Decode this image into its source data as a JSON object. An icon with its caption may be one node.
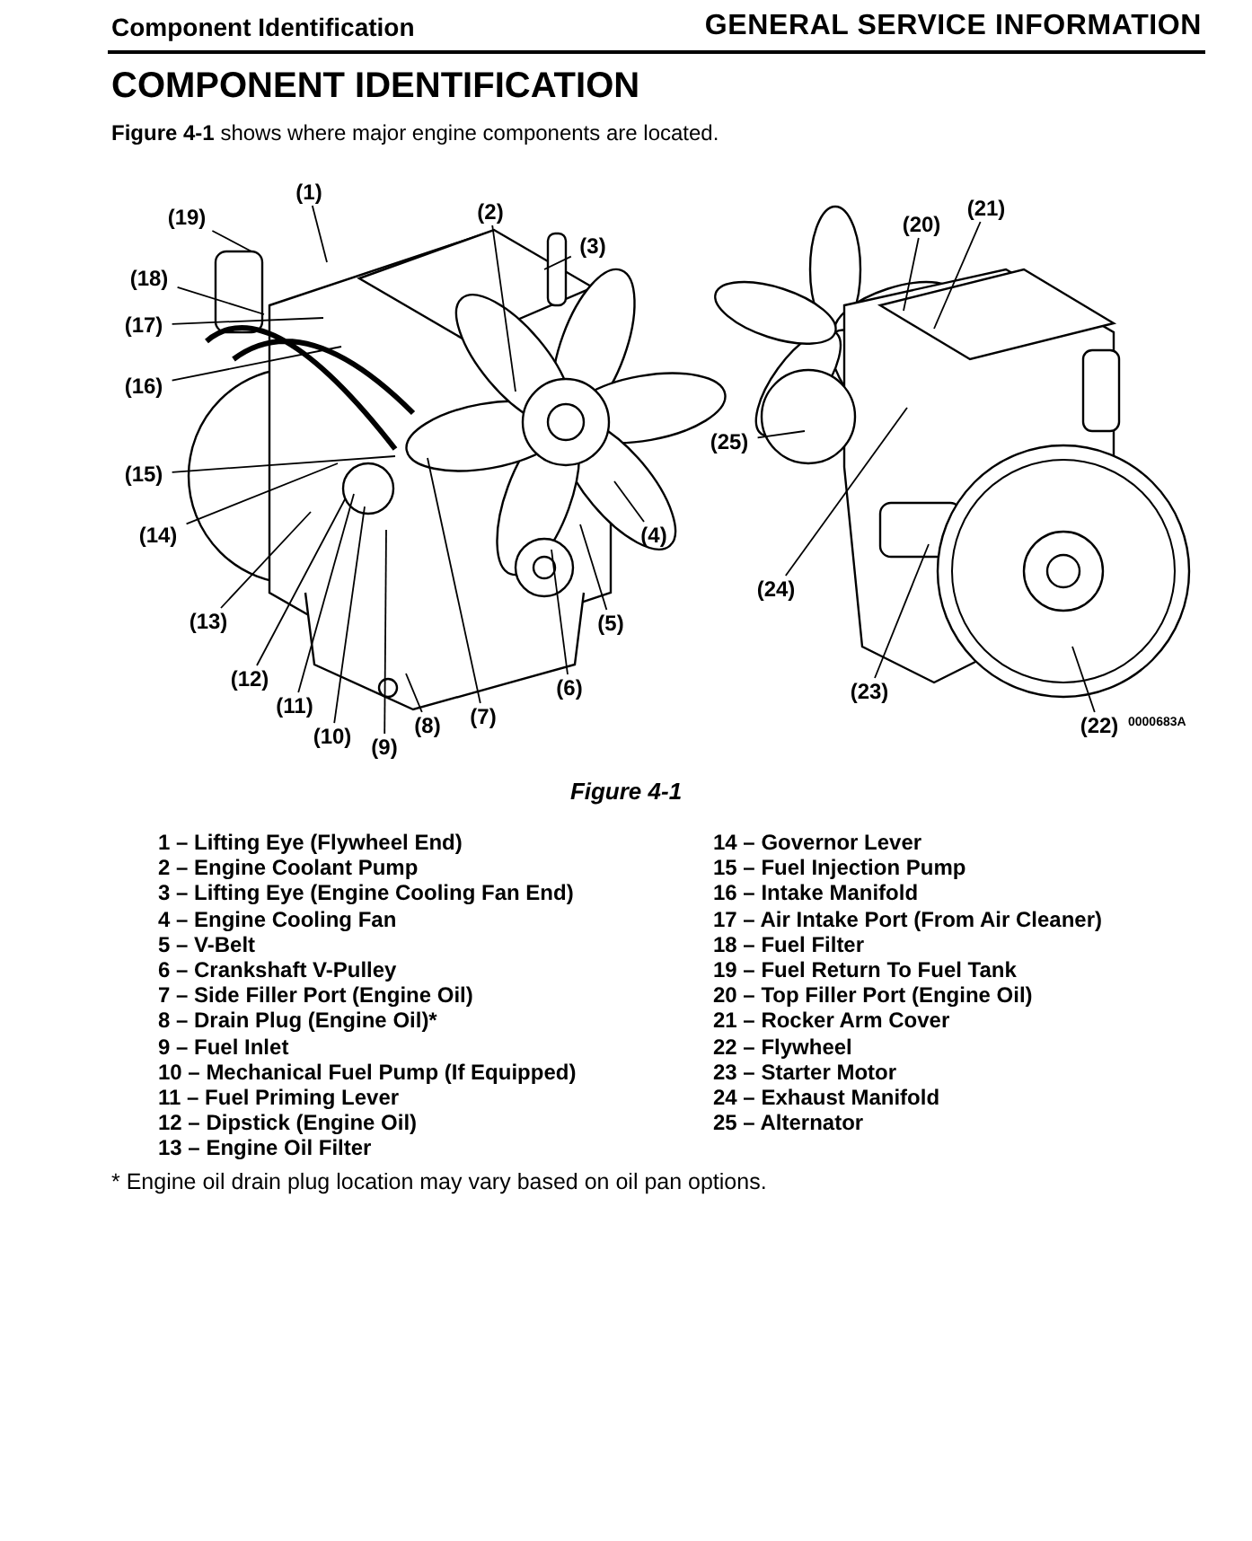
{
  "diagram": {
    "title": "COMPONENT IDENTIFICATION",
    "caption": "Figure 4-1",
    "nodes": [
      {
        "text": [
          "(1)"
        ]
      },
      {
        "text": [
          "(2)"
        ]
      },
      {
        "text": [
          "(3)"
        ]
      },
      {
        "text": [
          "(4)"
        ]
      },
      {
        "text": [
          "(5)"
        ]
      },
      {
        "text": [
          "(6)"
        ]
      },
      {
        "text": [
          "(7)"
        ]
      },
      {
        "text": [
          "(8)"
        ]
      },
      {
        "text": [
          "(9)"
        ]
      },
      {
        "text": [
          "(10)"
        ]
      },
      {
        "text": [
          "(11)"
        ]
      },
      {
        "text": [
          "(12)"
        ]
      },
      {
        "text": [
          "(13)"
        ]
      },
      {
        "text": [
          "(14)"
        ]
      },
      {
        "text": [
          "(15)"
        ]
      },
      {
        "text": [
          "(16)"
        ]
      },
      {
        "text": [
          "(17)"
        ]
      },
      {
        "text": [
          "(18)"
        ]
      },
      {
        "text": [
          "(19)"
        ]
      },
      {
        "text": [
          "(20)"
        ]
      },
      {
        "text": [
          "(21)"
        ]
      },
      {
        "text": [
          "(22)"
        ]
      },
      {
        "text": [
          "(23)"
        ]
      },
      {
        "text": [
          "(24)"
        ]
      },
      {
        "text": [
          "(25)"
        ]
      }
    ],
    "edges": [
      {
        "from": 0,
        "to": null,
        "arrow": "none"
      },
      {
        "from": 1,
        "to": null,
        "arrow": "none"
      },
      {
        "from": 2,
        "to": null,
        "arrow": "none"
      },
      {
        "from": 3,
        "to": null,
        "arrow": "none"
      },
      {
        "from": 4,
        "to": null,
        "arrow": "none"
      },
      {
        "from": 5,
        "to": null,
        "arrow": "none"
      },
      {
        "from": 6,
        "to": null,
        "arrow": "none"
      },
      {
        "from": 7,
        "to": null,
        "arrow": "none"
      },
      {
        "from": 8,
        "to": null,
        "arrow": "none"
      },
      {
        "from": 9,
        "to": null,
        "arrow": "none"
      },
      {
        "from": 10,
        "to": null,
        "arrow": "none"
      },
      {
        "from": 11,
        "to": null,
        "arrow": "none"
      },
      {
        "from": 12,
        "to": null,
        "arrow": "none"
      },
      {
        "from": 13,
        "to": null,
        "arrow": "none"
      },
      {
        "from": 14,
        "to": null,
        "arrow": "none"
      },
      {
        "from": 15,
        "to": null,
        "arrow": "none"
      },
      {
        "from": 16,
        "to": null,
        "arrow": "none"
      },
      {
        "from": 17,
        "to": null,
        "arrow": "none"
      },
      {
        "from": 18,
        "to": null,
        "arrow": "none"
      },
      {
        "from": 19,
        "to": null,
        "arrow": "none"
      },
      {
        "from": 20,
        "to": null,
        "arrow": "none"
      },
      {
        "from": 21,
        "to": null,
        "arrow": "none"
      },
      {
        "from": 22,
        "to": null,
        "arrow": "none"
      },
      {
        "from": 23,
        "to": null,
        "arrow": "none"
      },
      {
        "from": 24,
        "to": null,
        "arrow": "none"
      }
    ],
    "labels": [
      "Component Identification",
      "GENERAL SERVICE INFORMATION",
      "**Figure 4-1** shows where major engine components are located.",
      "0000683A",
      "1 – Lifting Eye (Flywheel End)",
      "2 – Engine Coolant Pump",
      "3 – Lifting Eye (Engine Cooling Fan End)",
      "4 – Engine Cooling Fan",
      "5 – V-Belt",
      "6 – Crankshaft V-Pulley",
      "7 – Side Filler Port (Engine Oil)",
      "8 – Drain Plug (Engine Oil)*",
      "9 – Fuel Inlet",
      "10 – Mechanical Fuel Pump (If Equipped)",
      "11 – Fuel Priming Lever",
      "12 – Dipstick (Engine Oil)",
      "13 – Engine Oil Filter",
      "14 – Governor Lever",
      "15 – Fuel Injection Pump",
      "16 – Intake Manifold",
      "17 – Air Intake Port (From Air Cleaner)",
      "18 – Fuel Filter",
      "19 – Fuel Return To Fuel Tank",
      "20 – Top Filler Port (Engine Oil)",
      "21 – Rocker Arm Cover",
      "22 – Flywheel",
      "23 – Starter Motor",
      "24 – Exhaust Manifold",
      "25 – Alternator",
      "* Engine oil drain plug location may vary based on oil pan options."
    ]
  }
}
